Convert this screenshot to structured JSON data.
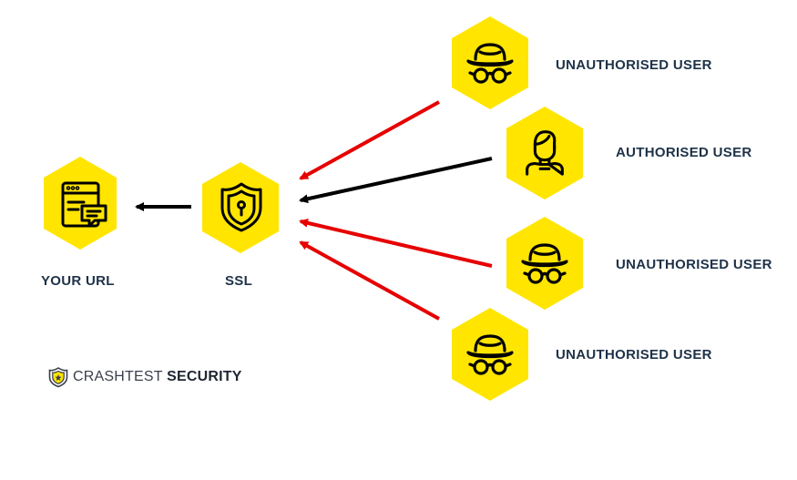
{
  "colors": {
    "hexagon": "#ffe500",
    "icon_stroke": "#000000",
    "arrow_unauthorised": "#e60000",
    "arrow_authorised": "#000000",
    "label_text": "#1e3248"
  },
  "nodes": {
    "your_url": {
      "label": "YOUR URL",
      "icon": "browser-chat-icon"
    },
    "ssl": {
      "label": "SSL",
      "icon": "shield-lock-icon"
    },
    "users": [
      {
        "label": "UNAUTHORISED USER",
        "icon": "incognito-icon",
        "authorised": false
      },
      {
        "label": "AUTHORISED USER",
        "icon": "user-icon",
        "authorised": true
      },
      {
        "label": "UNAUTHORISED USER",
        "icon": "incognito-icon",
        "authorised": false
      },
      {
        "label": "UNAUTHORISED USER",
        "icon": "incognito-icon",
        "authorised": false
      }
    ]
  },
  "logo": {
    "brand": "CRASHTEST",
    "brand_bold": "SECURITY",
    "icon": "shield-logo-icon"
  }
}
